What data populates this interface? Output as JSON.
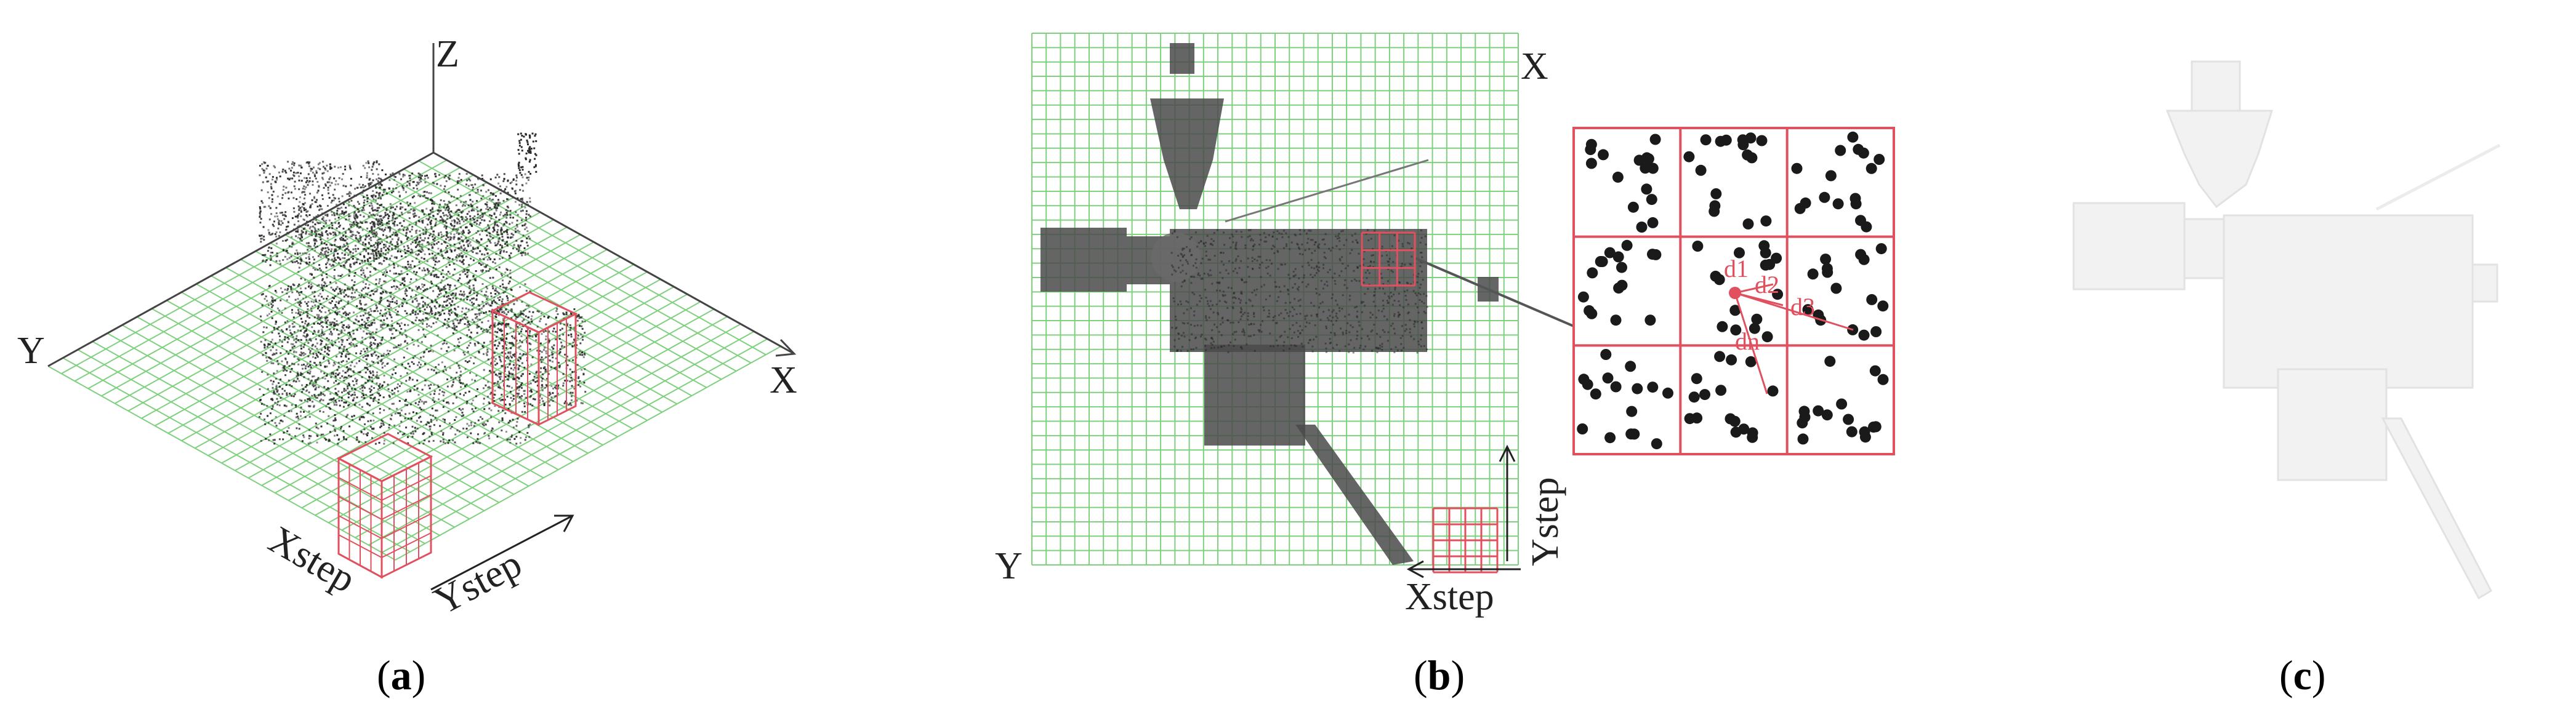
{
  "panel_a": {
    "axis_z": "Z",
    "axis_y": "Y",
    "axis_x": "X",
    "xstep": "Xstep",
    "ystep": "Ystep",
    "caption_open": "(",
    "caption_letter": "a",
    "caption_close": ")"
  },
  "panel_b": {
    "axis_x": "X",
    "axis_y": "Y",
    "xstep": "Xstep",
    "ystep": "Ystep",
    "d1": "d1",
    "d2": "d2",
    "d3": "d3",
    "dn": "dn",
    "caption_open": "(",
    "caption_letter": "b",
    "caption_close": ")"
  },
  "panel_c": {
    "caption_open": "(",
    "caption_letter": "c",
    "caption_close": ")"
  },
  "colors": {
    "grid_green": "#7ed07e",
    "highlight_red": "#e0505f",
    "point_cloud": "#2b2b2b",
    "axis": "#444444"
  }
}
